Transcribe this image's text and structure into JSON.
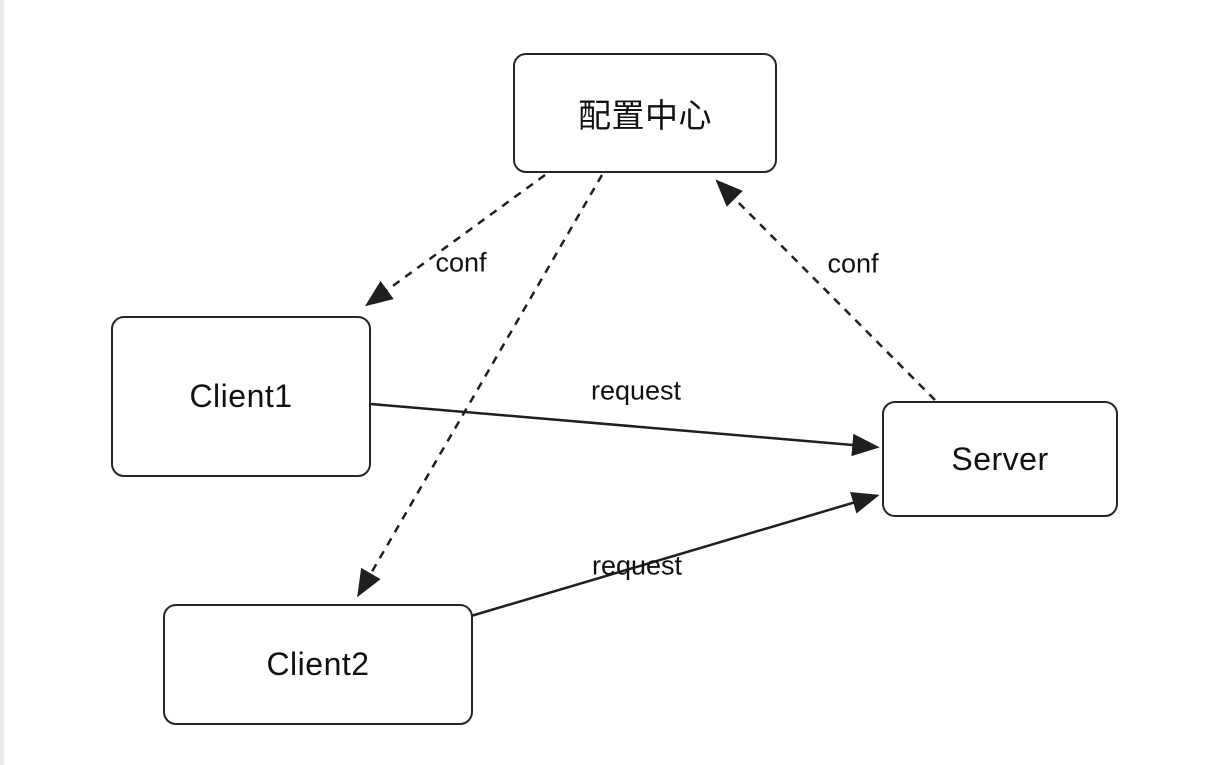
{
  "diagram": {
    "title": "config-center-diagram",
    "nodes": {
      "config_center": {
        "label": "配置中心"
      },
      "client1": {
        "label": "Client1"
      },
      "client2": {
        "label": "Client2"
      },
      "server": {
        "label": "Server"
      }
    },
    "edges": [
      {
        "from": "config_center",
        "to": "client1",
        "label": "conf",
        "style": "dashed",
        "arrowhead": "filled-triangle"
      },
      {
        "from": "config_center",
        "to": "client2",
        "label": "",
        "style": "dashed",
        "arrowhead": "filled-triangle"
      },
      {
        "from": "server",
        "to": "config_center",
        "label": "conf",
        "style": "dashed",
        "arrowhead": "filled-triangle"
      },
      {
        "from": "client1",
        "to": "server",
        "label": "request",
        "style": "solid",
        "arrowhead": "filled-triangle"
      },
      {
        "from": "client2",
        "to": "server",
        "label": "request",
        "style": "solid",
        "arrowhead": "filled-triangle"
      }
    ],
    "colors": {
      "background": "#ffffff",
      "stroke": "#1f1f1f",
      "text": "#111111"
    }
  }
}
